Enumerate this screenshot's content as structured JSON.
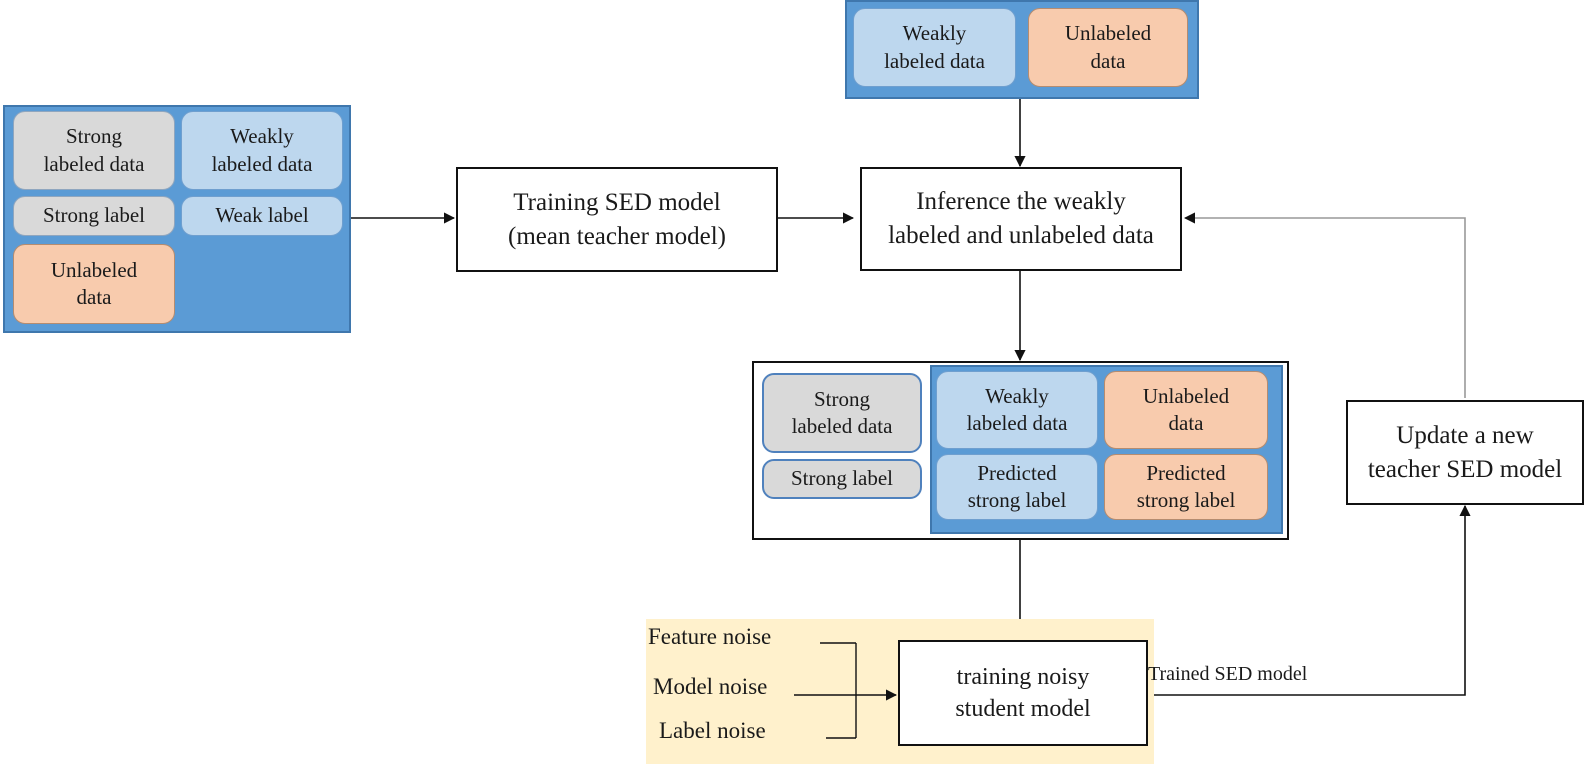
{
  "input_panel": {
    "strong_labeled_data": "Strong\nlabeled data",
    "weakly_labeled_data": "Weakly\nlabeled data",
    "strong_label": "Strong label",
    "weak_label": "Weak label",
    "unlabeled_data": "Unlabeled\ndata"
  },
  "top_panel": {
    "weakly_labeled_data": "Weakly\nlabeled data",
    "unlabeled_data": "Unlabeled\ndata"
  },
  "training_box": "Training SED model\n(mean teacher model)",
  "inference_box": "Inference the weakly\nlabeled and unlabeled data",
  "combined_panel": {
    "strong_labeled_data": "Strong\nlabeled data",
    "strong_label": "Strong label",
    "weakly_labeled_data": "Weakly\nlabeled data",
    "unlabeled_data": "Unlabeled\ndata",
    "predicted_strong_label_weak": "Predicted\nstrong label",
    "predicted_strong_label_unlabeled": "Predicted\nstrong label"
  },
  "update_box": "Update a new\nteacher SED model",
  "noise": {
    "feature_noise": "Feature noise",
    "model_noise": "Model noise",
    "label_noise": "Label noise"
  },
  "student_box": "training noisy\nstudent model",
  "trained_label": "Trained SED model",
  "colors": {
    "panel_blue": "#5b9bd5",
    "chip_gray": "#d9d9d9",
    "chip_blue": "#bdd7ee",
    "chip_peach": "#f8cbad",
    "noise_bg": "#fff1cc"
  }
}
